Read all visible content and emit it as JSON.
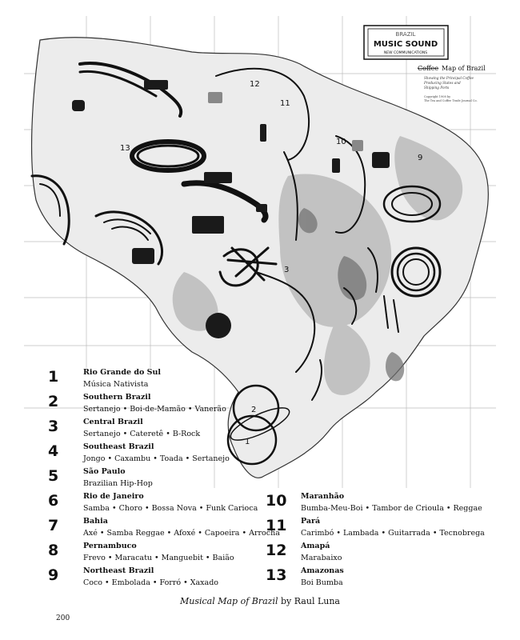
{
  "stamp": {
    "top": "BRAZIL",
    "brand": "MUSIC SOUND",
    "tagline": "NEW COMMUNICATIONS"
  },
  "map_header": {
    "struck": "Coffee",
    "title": "Map of Brazil",
    "subtitle_lines": [
      "Showing the Principal Coffee",
      "Producing States and",
      "Shipping Ports"
    ],
    "credit_lines": [
      "Copyright 1908 by",
      "The Tea and Coffee Trade Journal Co."
    ]
  },
  "legend": {
    "left": [
      {
        "num": "1",
        "region": "Rio Grande do Sul",
        "genres": "Música Nativista"
      },
      {
        "num": "2",
        "region": "Southern Brazil",
        "genres": "Sertanejo • Boi-de-Mamão • Vanerão"
      },
      {
        "num": "3",
        "region": "Central Brazil",
        "genres": "Sertanejo • Cateretê • B-Rock"
      },
      {
        "num": "4",
        "region": "Southeast Brazil",
        "genres": "Jongo • Caxambu • Toada • Sertanejo"
      },
      {
        "num": "5",
        "region": "São Paulo",
        "genres": "Brazilian Hip-Hop"
      },
      {
        "num": "6",
        "region": "Rio de Janeiro",
        "genres": "Samba • Choro • Bossa Nova • Funk Carioca"
      },
      {
        "num": "7",
        "region": "Bahia",
        "genres": "Axé • Samba Reggae • Afoxé • Capoeira • Arrocha"
      },
      {
        "num": "8",
        "region": "Pernambuco",
        "genres": "Frevo • Maracatu • Manguebit • Baião"
      },
      {
        "num": "9",
        "region": "Northeast Brazil",
        "genres": "Coco • Embolada • Forró • Xaxado"
      }
    ],
    "right": [
      {
        "num": "10",
        "region": "Maranhão",
        "genres": "Bumba-Meu-Boi • Tambor de Crioula • Reggae"
      },
      {
        "num": "11",
        "region": "Pará",
        "genres": "Carimbó • Lambada • Guitarrada • Tecnobrega"
      },
      {
        "num": "12",
        "region": "Amapá",
        "genres": "Marabaixo"
      },
      {
        "num": "13",
        "region": "Amazonas",
        "genres": "Boi Bumba"
      }
    ]
  },
  "map_numbers": [
    "1",
    "2",
    "3",
    "9",
    "10",
    "11",
    "12",
    "13"
  ],
  "caption": {
    "title": "Musical Map of Brazil",
    "byline": " by Raul Luna"
  },
  "page_number": "200",
  "colors": {
    "ink": "#111111",
    "gray": "#8a8a8a",
    "light_gray": "#cfcfcf"
  }
}
